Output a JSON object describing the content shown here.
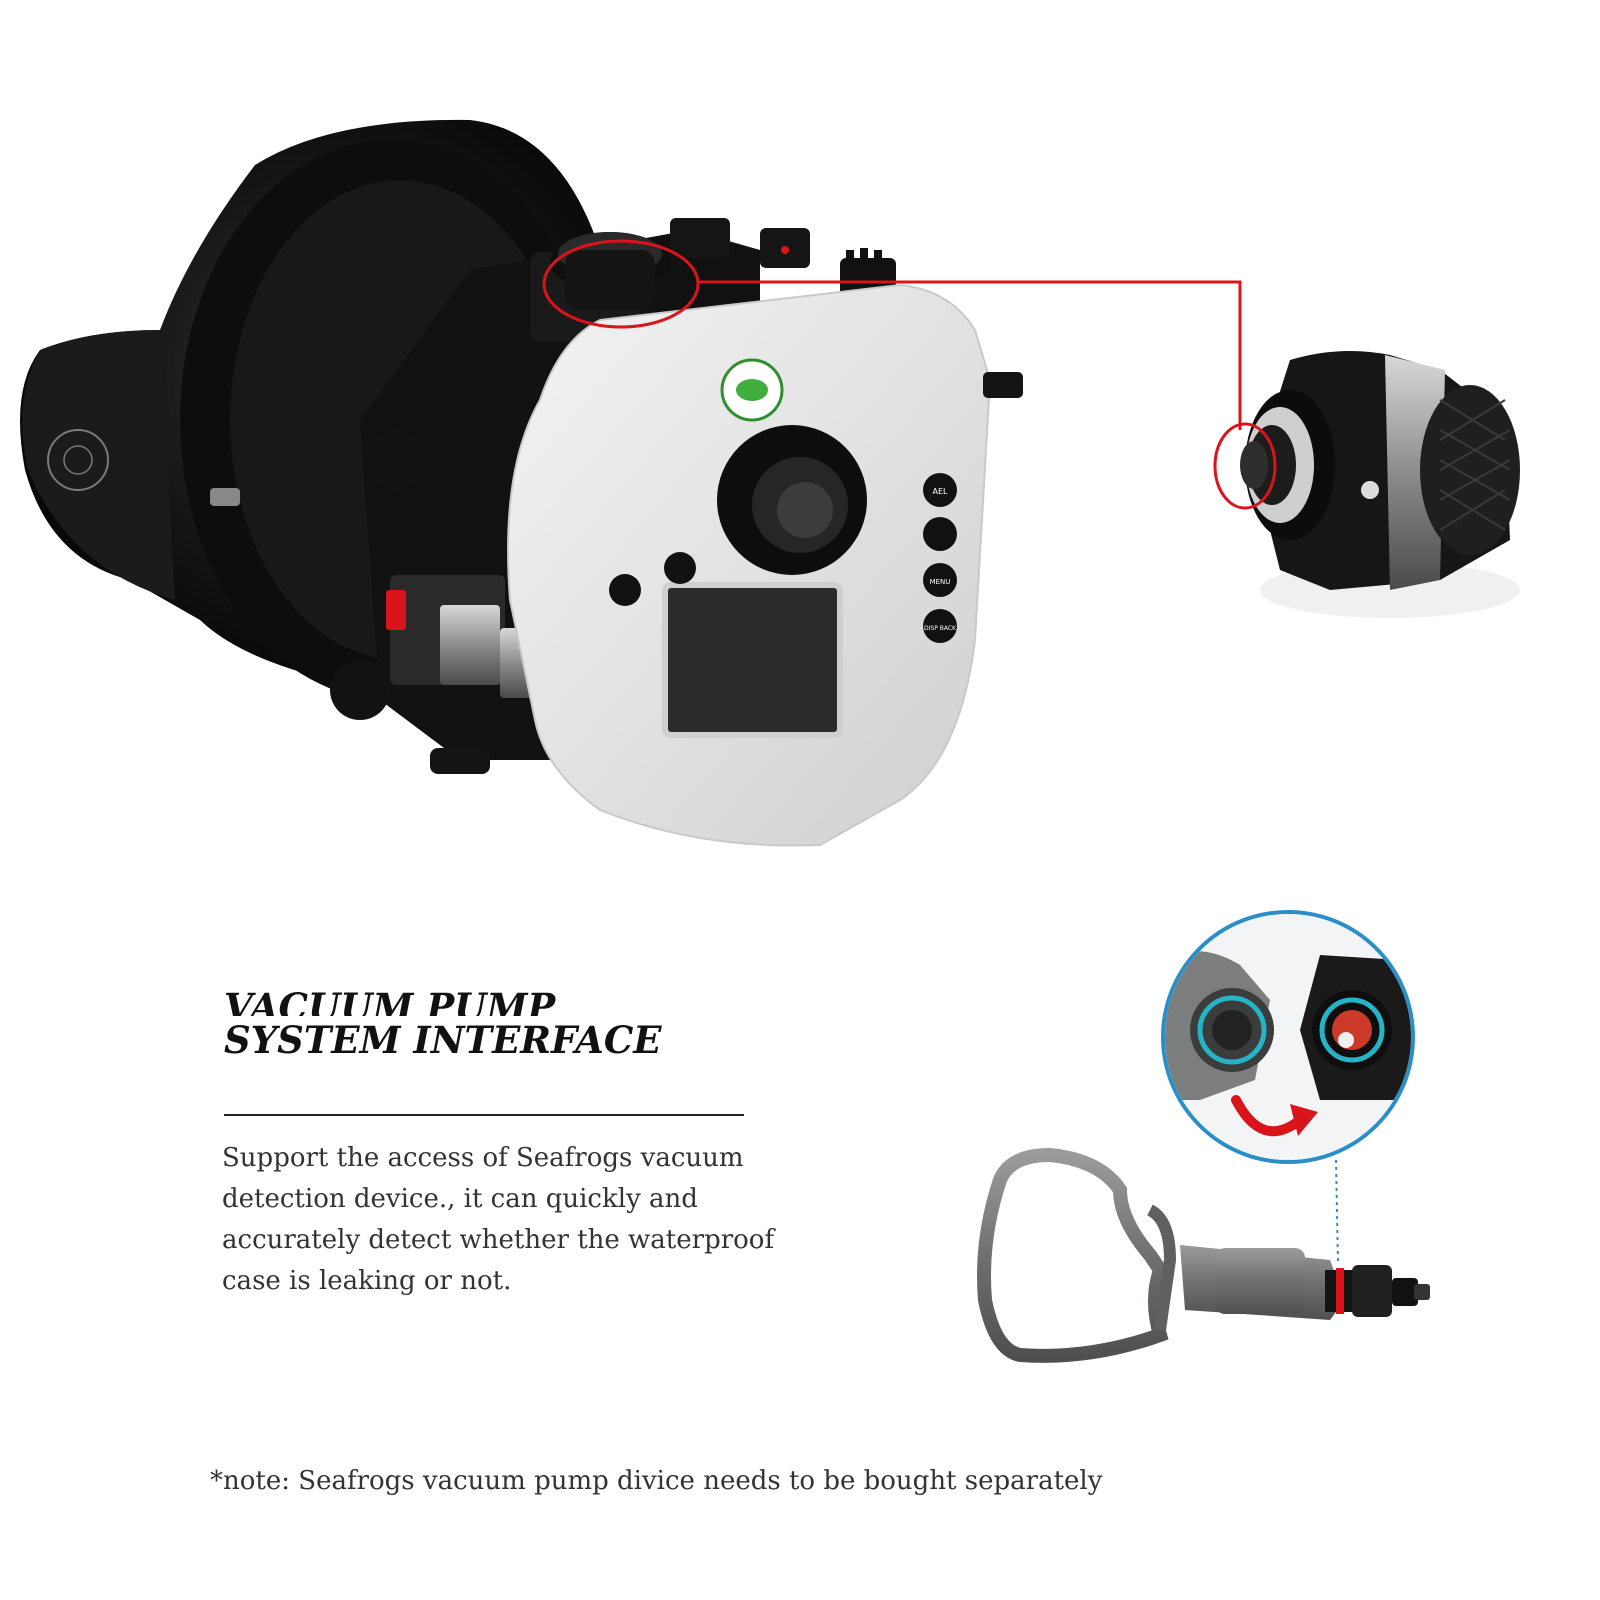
{
  "heading": {
    "line1": "VACUUM PUMP",
    "line2": "SYSTEM INTERFACE"
  },
  "description": "Support the access of Seafrogs vacuum detection device., it can quickly and accurately detect whether the waterproof case is leaking or not.",
  "note": "*note: Seafrogs vacuum pump divice needs to be bought separately",
  "housing_labels": {
    "button_1": "AEL",
    "button_3": "MENU",
    "button_4": "DISP BACK"
  },
  "colors": {
    "highlight_red": "#d9141b",
    "callout_blue": "#2a8fc9",
    "pump_gray": "#6e716f"
  }
}
